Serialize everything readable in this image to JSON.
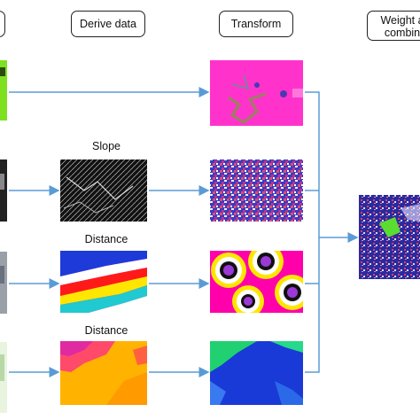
{
  "stages": {
    "derive": "Derive data",
    "transform": "Transform",
    "weight_line1": "Weight a",
    "weight_line2": "combin"
  },
  "labels": {
    "slope": "Slope",
    "distance_1": "Distance",
    "distance_2": "Distance"
  },
  "colors": {
    "arrow": "#5b9bd5",
    "box_border": "#222222"
  }
}
